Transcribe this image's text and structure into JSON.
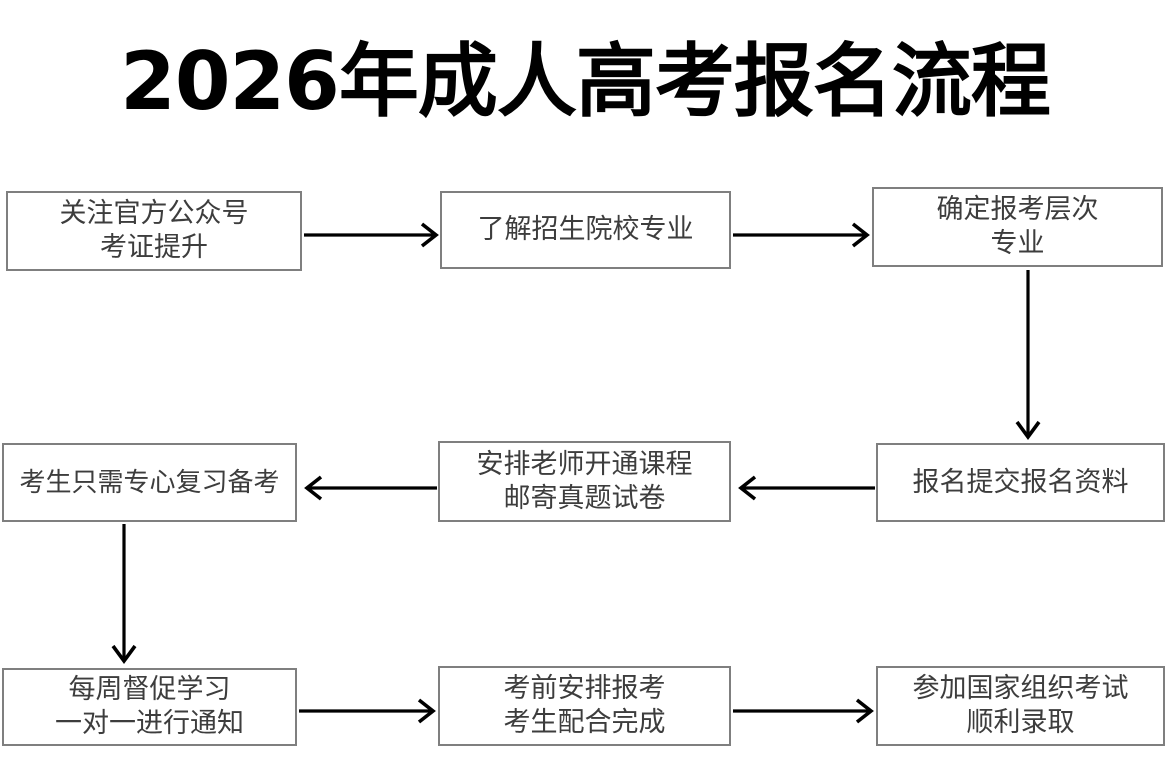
{
  "page": {
    "title": "2026年成人高考报名流程",
    "background_color": "#ffffff",
    "text_color": "#3d3d3d",
    "title_color": "#000000",
    "box_border_color": "#7f7f7f",
    "arrow_color": "#000000"
  },
  "flowchart": {
    "layout": "3x3 serpentine grid",
    "nodes": [
      {
        "id": "node-1",
        "order": 1,
        "line1": "关注官方公众号",
        "line2": "考证提升"
      },
      {
        "id": "node-2",
        "order": 2,
        "line1": "了解招生院校专业",
        "line2": ""
      },
      {
        "id": "node-3",
        "order": 3,
        "line1": "确定报考层次",
        "line2": "专业"
      },
      {
        "id": "node-4",
        "order": 6,
        "line1": "考生只需专心复习备考",
        "line2": ""
      },
      {
        "id": "node-5",
        "order": 5,
        "line1": "安排老师开通课程",
        "line2": "邮寄真题试卷"
      },
      {
        "id": "node-6",
        "order": 4,
        "line1": "报名提交报名资料",
        "line2": ""
      },
      {
        "id": "node-7",
        "order": 7,
        "line1": "每周督促学习",
        "line2": "一对一进行通知"
      },
      {
        "id": "node-8",
        "order": 8,
        "line1": "考前安排报考",
        "line2": "考生配合完成"
      },
      {
        "id": "node-9",
        "order": 9,
        "line1": "参加国家组织考试",
        "line2": "顺利录取"
      }
    ],
    "connectors": [
      {
        "id": "conn-1-2",
        "from": "node-1",
        "to": "node-2",
        "direction": "right"
      },
      {
        "id": "conn-2-3",
        "from": "node-2",
        "to": "node-3",
        "direction": "right"
      },
      {
        "id": "conn-3-6",
        "from": "node-3",
        "to": "node-6",
        "direction": "down"
      },
      {
        "id": "conn-6-5",
        "from": "node-6",
        "to": "node-5",
        "direction": "left"
      },
      {
        "id": "conn-5-4",
        "from": "node-5",
        "to": "node-4",
        "direction": "left"
      },
      {
        "id": "conn-4-7",
        "from": "node-4",
        "to": "node-7",
        "direction": "down"
      },
      {
        "id": "conn-7-8",
        "from": "node-7",
        "to": "node-8",
        "direction": "right"
      },
      {
        "id": "conn-8-9",
        "from": "node-8",
        "to": "node-9",
        "direction": "right"
      }
    ]
  }
}
